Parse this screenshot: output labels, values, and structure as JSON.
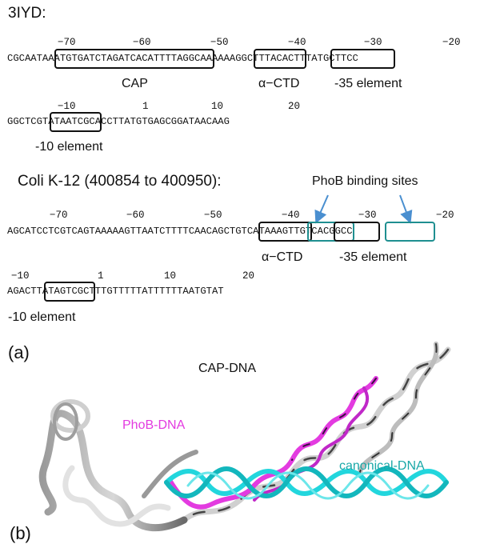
{
  "section1": {
    "title": "3IYD:",
    "numbers1": [
      "−70",
      "−60",
      "−50",
      "−40",
      "−30",
      "−20"
    ],
    "seq1": "CGCAATAAATGTGATCTAGATCACATTTTAGGCAAAAAAGGCTTTACACTTTATGCTTCC",
    "labels": {
      "cap": "CAP",
      "actd": "α−CTD",
      "m35": "-35 element"
    },
    "numbers2": [
      "−10",
      "1",
      "10",
      "20"
    ],
    "seq2": "GGCTCGTATAATCGCACCTTATGTGAGCGGATAACAAG",
    "m10": "-10 element"
  },
  "section2": {
    "title": "Coli K-12 (400854 to 400950):",
    "phob_label": "PhoB binding sites",
    "numbers1": [
      "−70",
      "−60",
      "−50",
      "−40",
      "−30",
      "−20"
    ],
    "seq1": "AGCATCCTCGTCAGTAAAAAGTTAATCTTTTCAACAGCTGTCATAAAGTTGTCACGGCC",
    "labels": {
      "actd": "α−CTD",
      "m35": "-35 element"
    },
    "numbers2": [
      "−10",
      "1",
      "10",
      "20"
    ],
    "seq2": "AGACTTATAGTCGCTTTGTTTTTATTTTTTAATGTAT",
    "m10": "-10 element"
  },
  "panel_a": "(a)",
  "panel_b": "(b)",
  "structure": {
    "cap_label": "CAP-DNA",
    "phob_label": "PhoB-DNA",
    "canonical_label": "canonical-DNA",
    "colors": {
      "cap": "#111111",
      "phob": "#e33be0",
      "canonical": "#1aa8a8",
      "teal_box": "#1f8f90",
      "arrow": "#4a8fd0"
    }
  }
}
